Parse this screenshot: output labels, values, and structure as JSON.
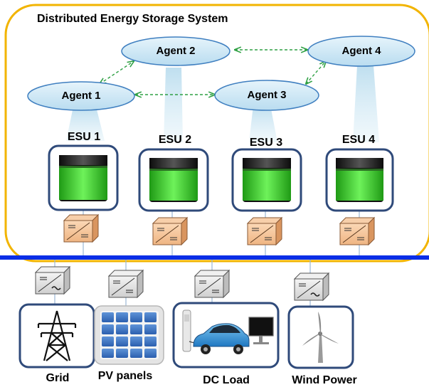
{
  "title": "Distributed Energy Storage System",
  "agents": [
    {
      "label": "Agent 1"
    },
    {
      "label": "Agent 2"
    },
    {
      "label": "Agent 3"
    },
    {
      "label": "Agent 4"
    }
  ],
  "esus": [
    {
      "label": "ESU 1"
    },
    {
      "label": "ESU 2"
    },
    {
      "label": "ESU 3"
    },
    {
      "label": "ESU 4"
    }
  ],
  "sources": [
    {
      "label": "Grid",
      "icon": "transmission-tower-icon"
    },
    {
      "label": "PV panels",
      "icon": "solar-panel-icon"
    },
    {
      "label": "DC Load",
      "icon": "ev-and-monitor-icon"
    },
    {
      "label": "Wind Power",
      "icon": "wind-turbine-icon"
    }
  ],
  "colors": {
    "system_border": "#f2b400",
    "agent_fill": "#cfe8f6",
    "agent_border": "#3f7fc0",
    "link_arrow": "#2ea043",
    "bus": "#0a2ee6",
    "unit_frame": "#2f4a7a",
    "battery_green": "#3dcc2e",
    "esu_converter": "#f2c49b"
  }
}
